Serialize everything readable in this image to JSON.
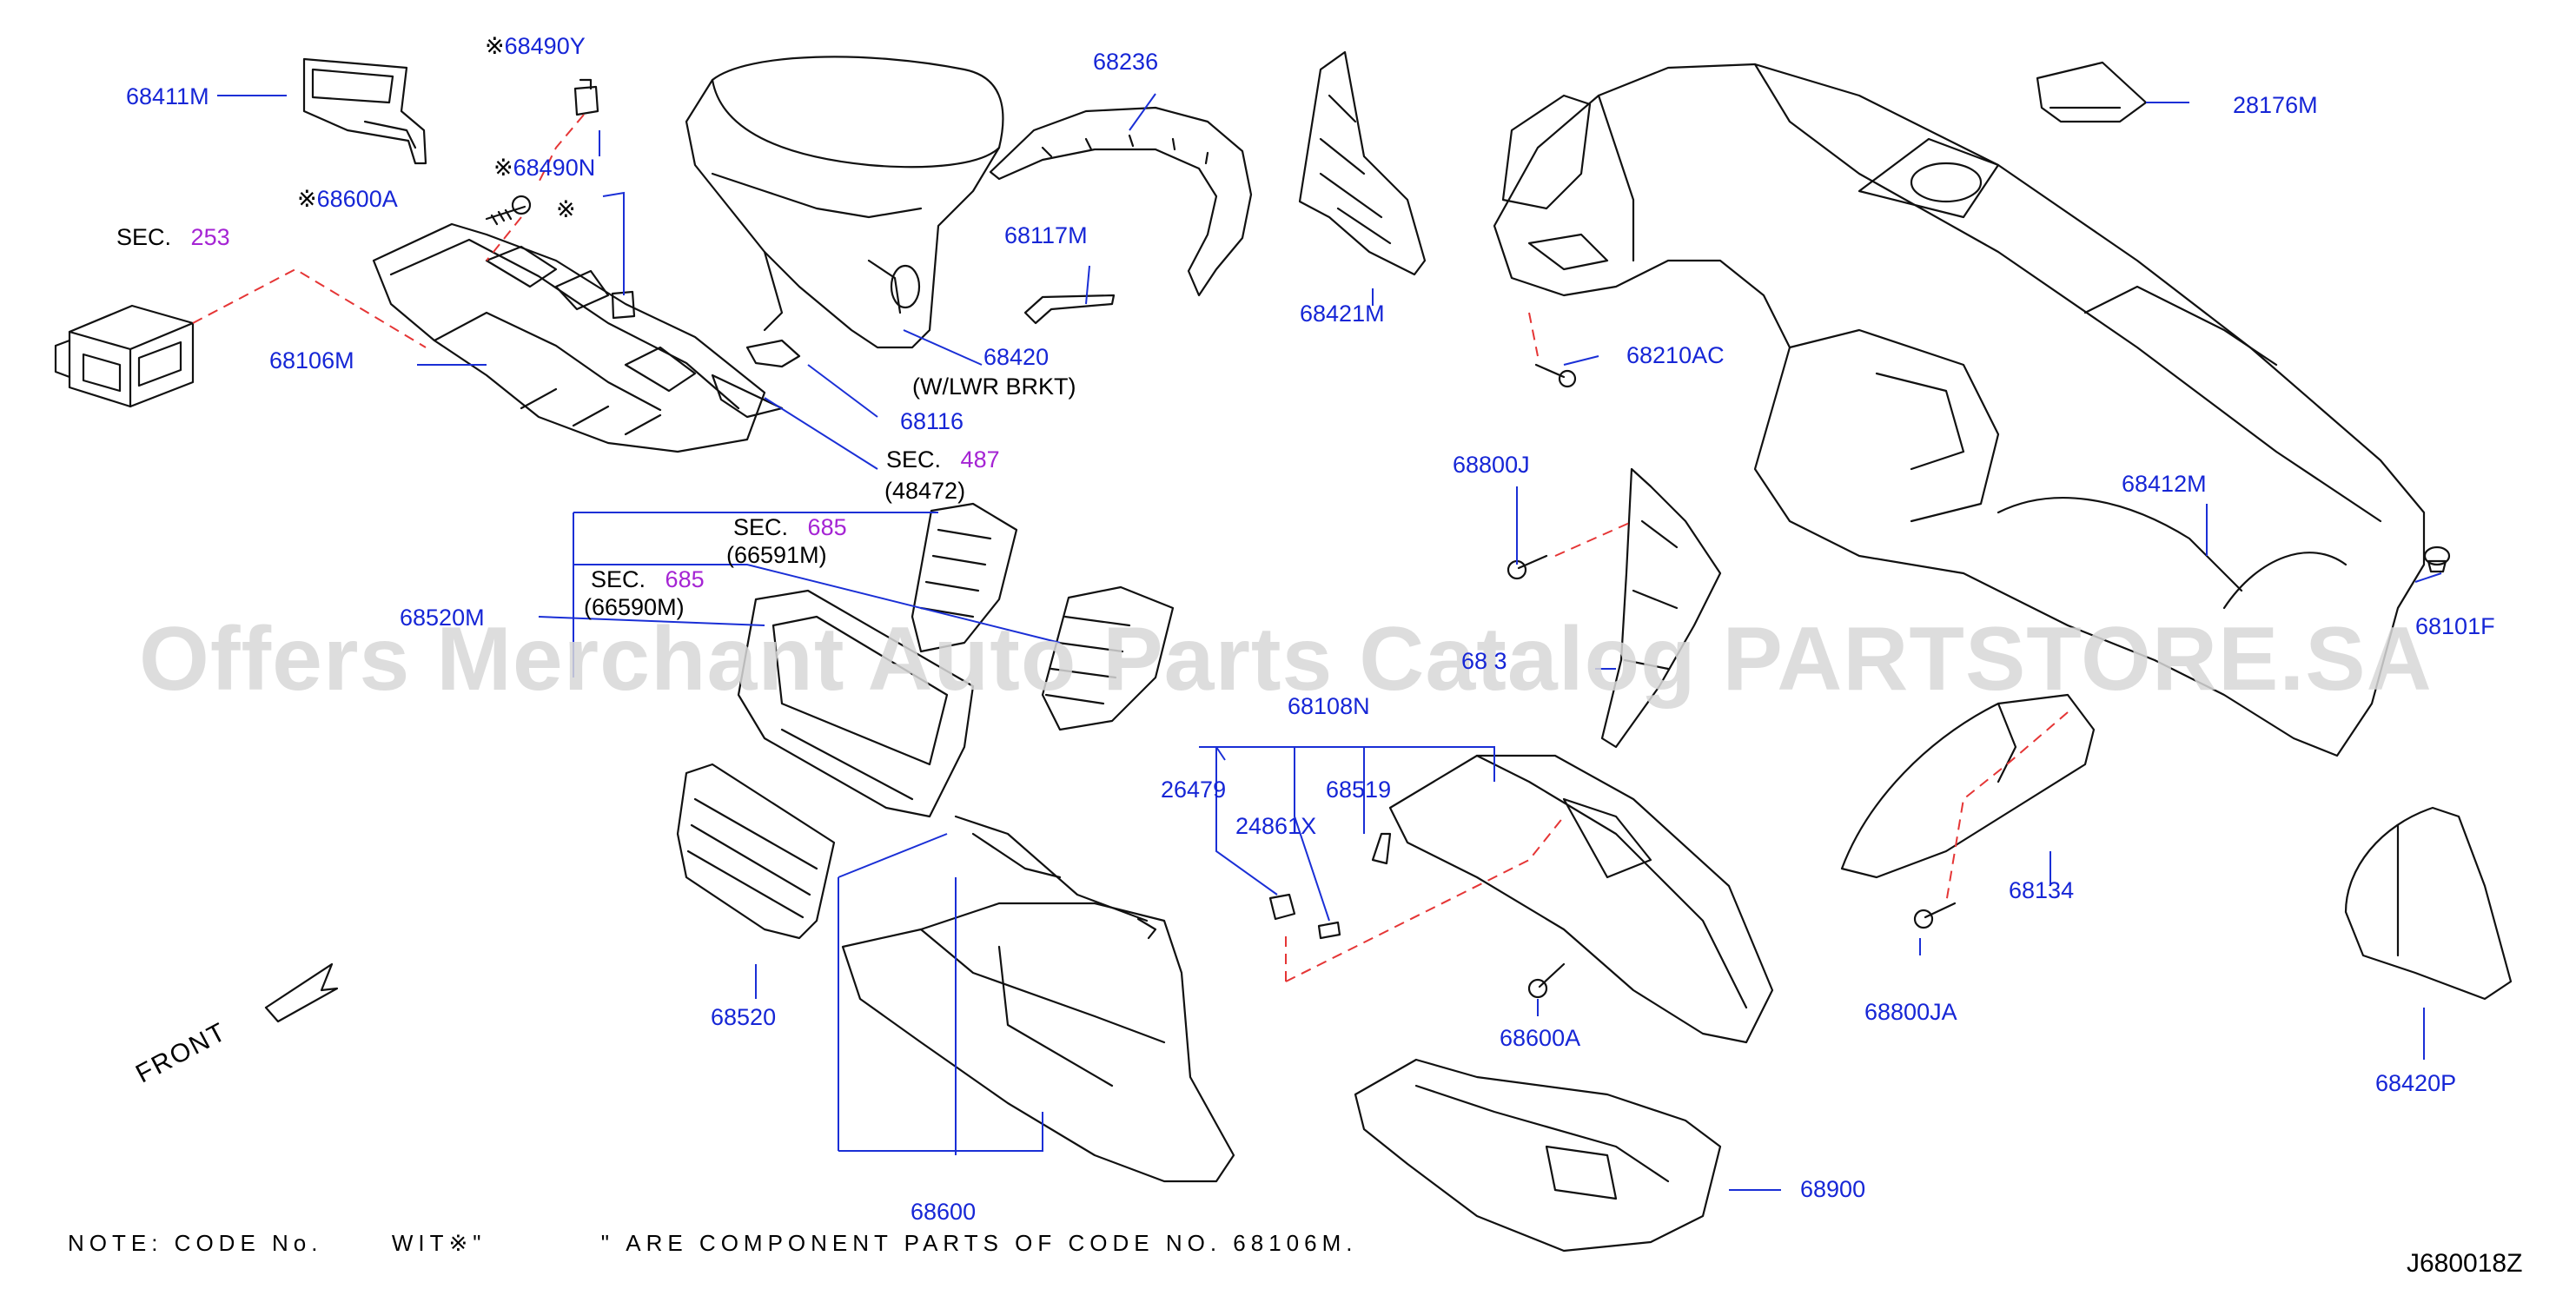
{
  "watermark": "Offers Merchant Auto Parts Catalog PARTSTORE.SA",
  "diagram_id": "J680018Z",
  "note": {
    "prefix": "NOTE: CODE No.",
    "with": "WIT",
    "mark": "※",
    "quotes_open": "\"",
    "quotes_close": "\"",
    "suffix": "ARE COMPONENT PARTS OF CODE NO. 68106M."
  },
  "front_label": "FRONT",
  "star": "※",
  "labels": {
    "p68411M": "68411M",
    "p68490Y": "68490Y",
    "p68490N": "68490N",
    "p68600A_top": "68600A",
    "sec_253_text": "SEC.",
    "sec_253_num": "253",
    "p68106M": "68106M",
    "p68236": "68236",
    "p68117M": "68117M",
    "p68420": "68420",
    "p68420_note": "(W/LWR  BRKT)",
    "p68116": "68116",
    "sec_487_text": "SEC.",
    "sec_487_num": "487",
    "sec_487_sub": "(48472)",
    "p68421M": "68421M",
    "p68210AC": "68210AC",
    "p28176M": "28176M",
    "p68412M": "68412M",
    "p68101F": "68101F",
    "p68800J": "68800J",
    "p68_3": "68  3",
    "sec_685a_text": "SEC.",
    "sec_685a_num": "685",
    "sec_685a_sub": "(66591M)",
    "sec_685b_text": "SEC.",
    "sec_685b_num": "685",
    "sec_685b_sub": "(66590M)",
    "p68520M": "68520M",
    "p68520": "68520",
    "p68108N": "68108N",
    "p26479": "26479",
    "p24861X": "24861X",
    "p68519": "68519",
    "p68134": "68134",
    "p68800JA": "68800JA",
    "p68420P": "68420P",
    "p68600A_bottom": "68600A",
    "p68600": "68600",
    "p68900": "68900"
  }
}
